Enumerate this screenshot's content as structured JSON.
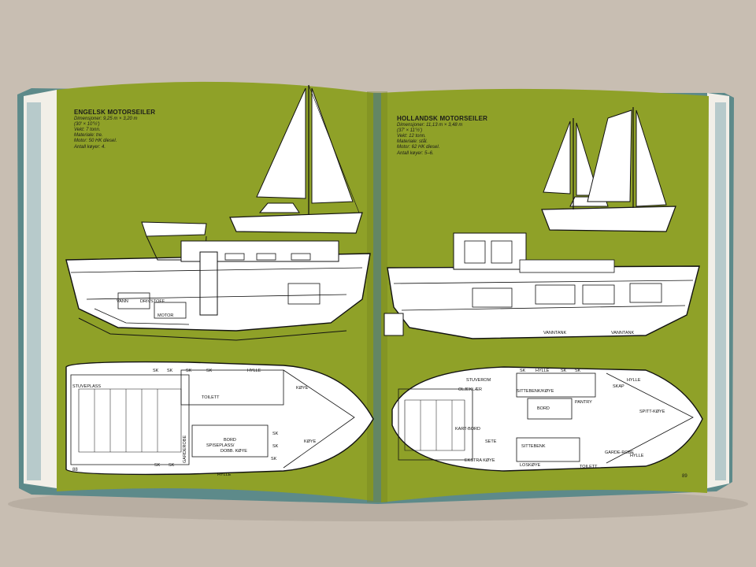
{
  "left_page": {
    "title": "ENGELSK MOTORSEILER",
    "specs": [
      "Dimensjoner: 9,25 m × 3,20 m",
      "(30' × 10'½')",
      "Vekt: 7 tonn.",
      "Materiale: tre.",
      "Motor: 50 HK diesel.",
      "Antall køyer: 4."
    ],
    "page_number": "88",
    "section_labels": [
      "VANN",
      "DRIVSTOFF",
      "MOTOR"
    ],
    "plan_labels": [
      "SK",
      "SK",
      "SK",
      "SK",
      "HYLLE",
      "STUVEPLASS",
      "TOILETT",
      "KØYE",
      "KØYE",
      "BORD",
      "SPISEPLASS/",
      "DOBB. KØYE",
      "GARDEROBE",
      "SK",
      "SK",
      "SK",
      "SK",
      "SK",
      "HYLLE"
    ]
  },
  "right_page": {
    "title": "HOLLANDSK MOTORSEILER",
    "specs": [
      "Dimensjoner: 11,13 m × 3,48 m",
      "(37' × 11'½')",
      "Vekt: 12 tonn.",
      "Materiale: stål.",
      "Motor: 62 HK diesel.",
      "Antall køyer: 5–6."
    ],
    "page_number": "89",
    "section_labels": [
      "VANNTANK",
      "VANNTANK"
    ],
    "plan_labels": [
      "SK",
      "HYLLE",
      "SK",
      "SK",
      "STUVEROM",
      "OLJEKLÆR",
      "SITTEBENK/KØYE",
      "PANTRY",
      "SKAP",
      "HYLLE",
      "BORD",
      "SPITT-KØYE",
      "KART-BORD",
      "SETE",
      "SITTEBENK",
      "EKSTRA KØYE",
      "LOSKØYE",
      "TOILETT",
      "GARDE-ROBE",
      "HYLLE"
    ]
  },
  "colors": {
    "page_green": "#8fa128",
    "background": "#c9bfb3",
    "ink": "#111111"
  }
}
